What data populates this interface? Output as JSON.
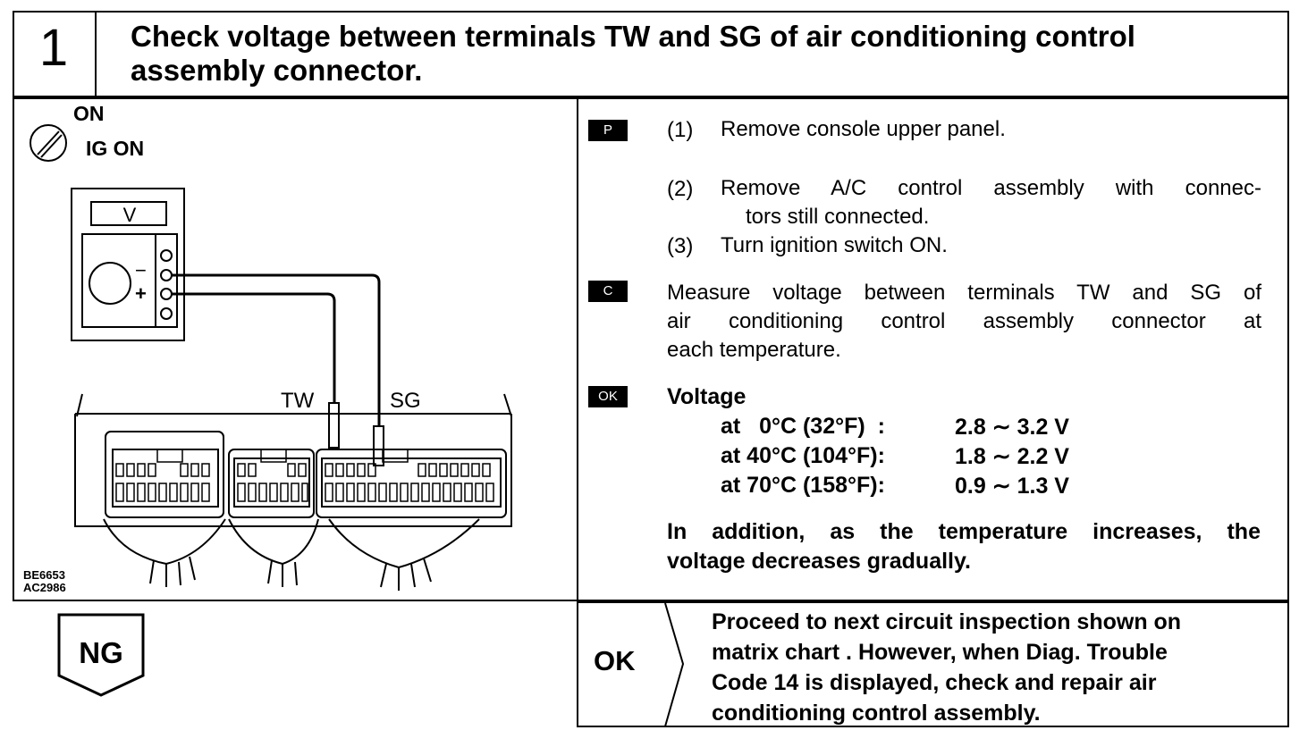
{
  "header": {
    "step_number": "1",
    "title_line1": "Check voltage between terminals TW and SG of air conditioning control",
    "title_line2": "assembly connector."
  },
  "diagram": {
    "ignition_on": "ON",
    "ignition_ig_on": "IG ON",
    "meter_label": "V",
    "minus_sign": "−",
    "plus_sign": "+",
    "terminal_tw": "TW",
    "terminal_sg": "SG",
    "code_1": "BE6653",
    "code_2": "AC2986"
  },
  "instructions": {
    "tag_p": "P",
    "tag_c": "C",
    "tag_ok": "OK",
    "step1_num": "(1)",
    "step1_text": "Remove console upper panel.",
    "step2_num": "(2)",
    "step2_text_line1": "Remove A/C control assembly with connec-",
    "step2_text_line2": "tors still connected.",
    "step3_num": "(3)",
    "step3_text": "Turn ignition switch ON.",
    "measure_line1": "Measure voltage between terminals TW and SG of",
    "measure_line2": "air conditioning control assembly connector at",
    "measure_line3": "each temperature.",
    "voltage_heading": "Voltage",
    "rows": [
      {
        "temp": "at   0°C (32°F)  :",
        "range": "2.8 ∼ 3.2 V"
      },
      {
        "temp": "at 40°C (104°F):",
        "range": "1.8 ∼ 2.2 V"
      },
      {
        "temp": "at 70°C (158°F):",
        "range": "0.9 ∼ 1.3 V"
      }
    ],
    "addition_line1": "In addition, as the temperature increases, the",
    "addition_line2": "voltage decreases gradually."
  },
  "result": {
    "ng_label": "NG",
    "ok_label": "OK",
    "ok_line1": "Proceed to next circuit inspection shown on",
    "ok_line2": "matrix chart . However, when Diag. Trouble",
    "ok_line3": "Code 14 is displayed, check  and repair air",
    "ok_line4": "conditioning control assembly."
  }
}
